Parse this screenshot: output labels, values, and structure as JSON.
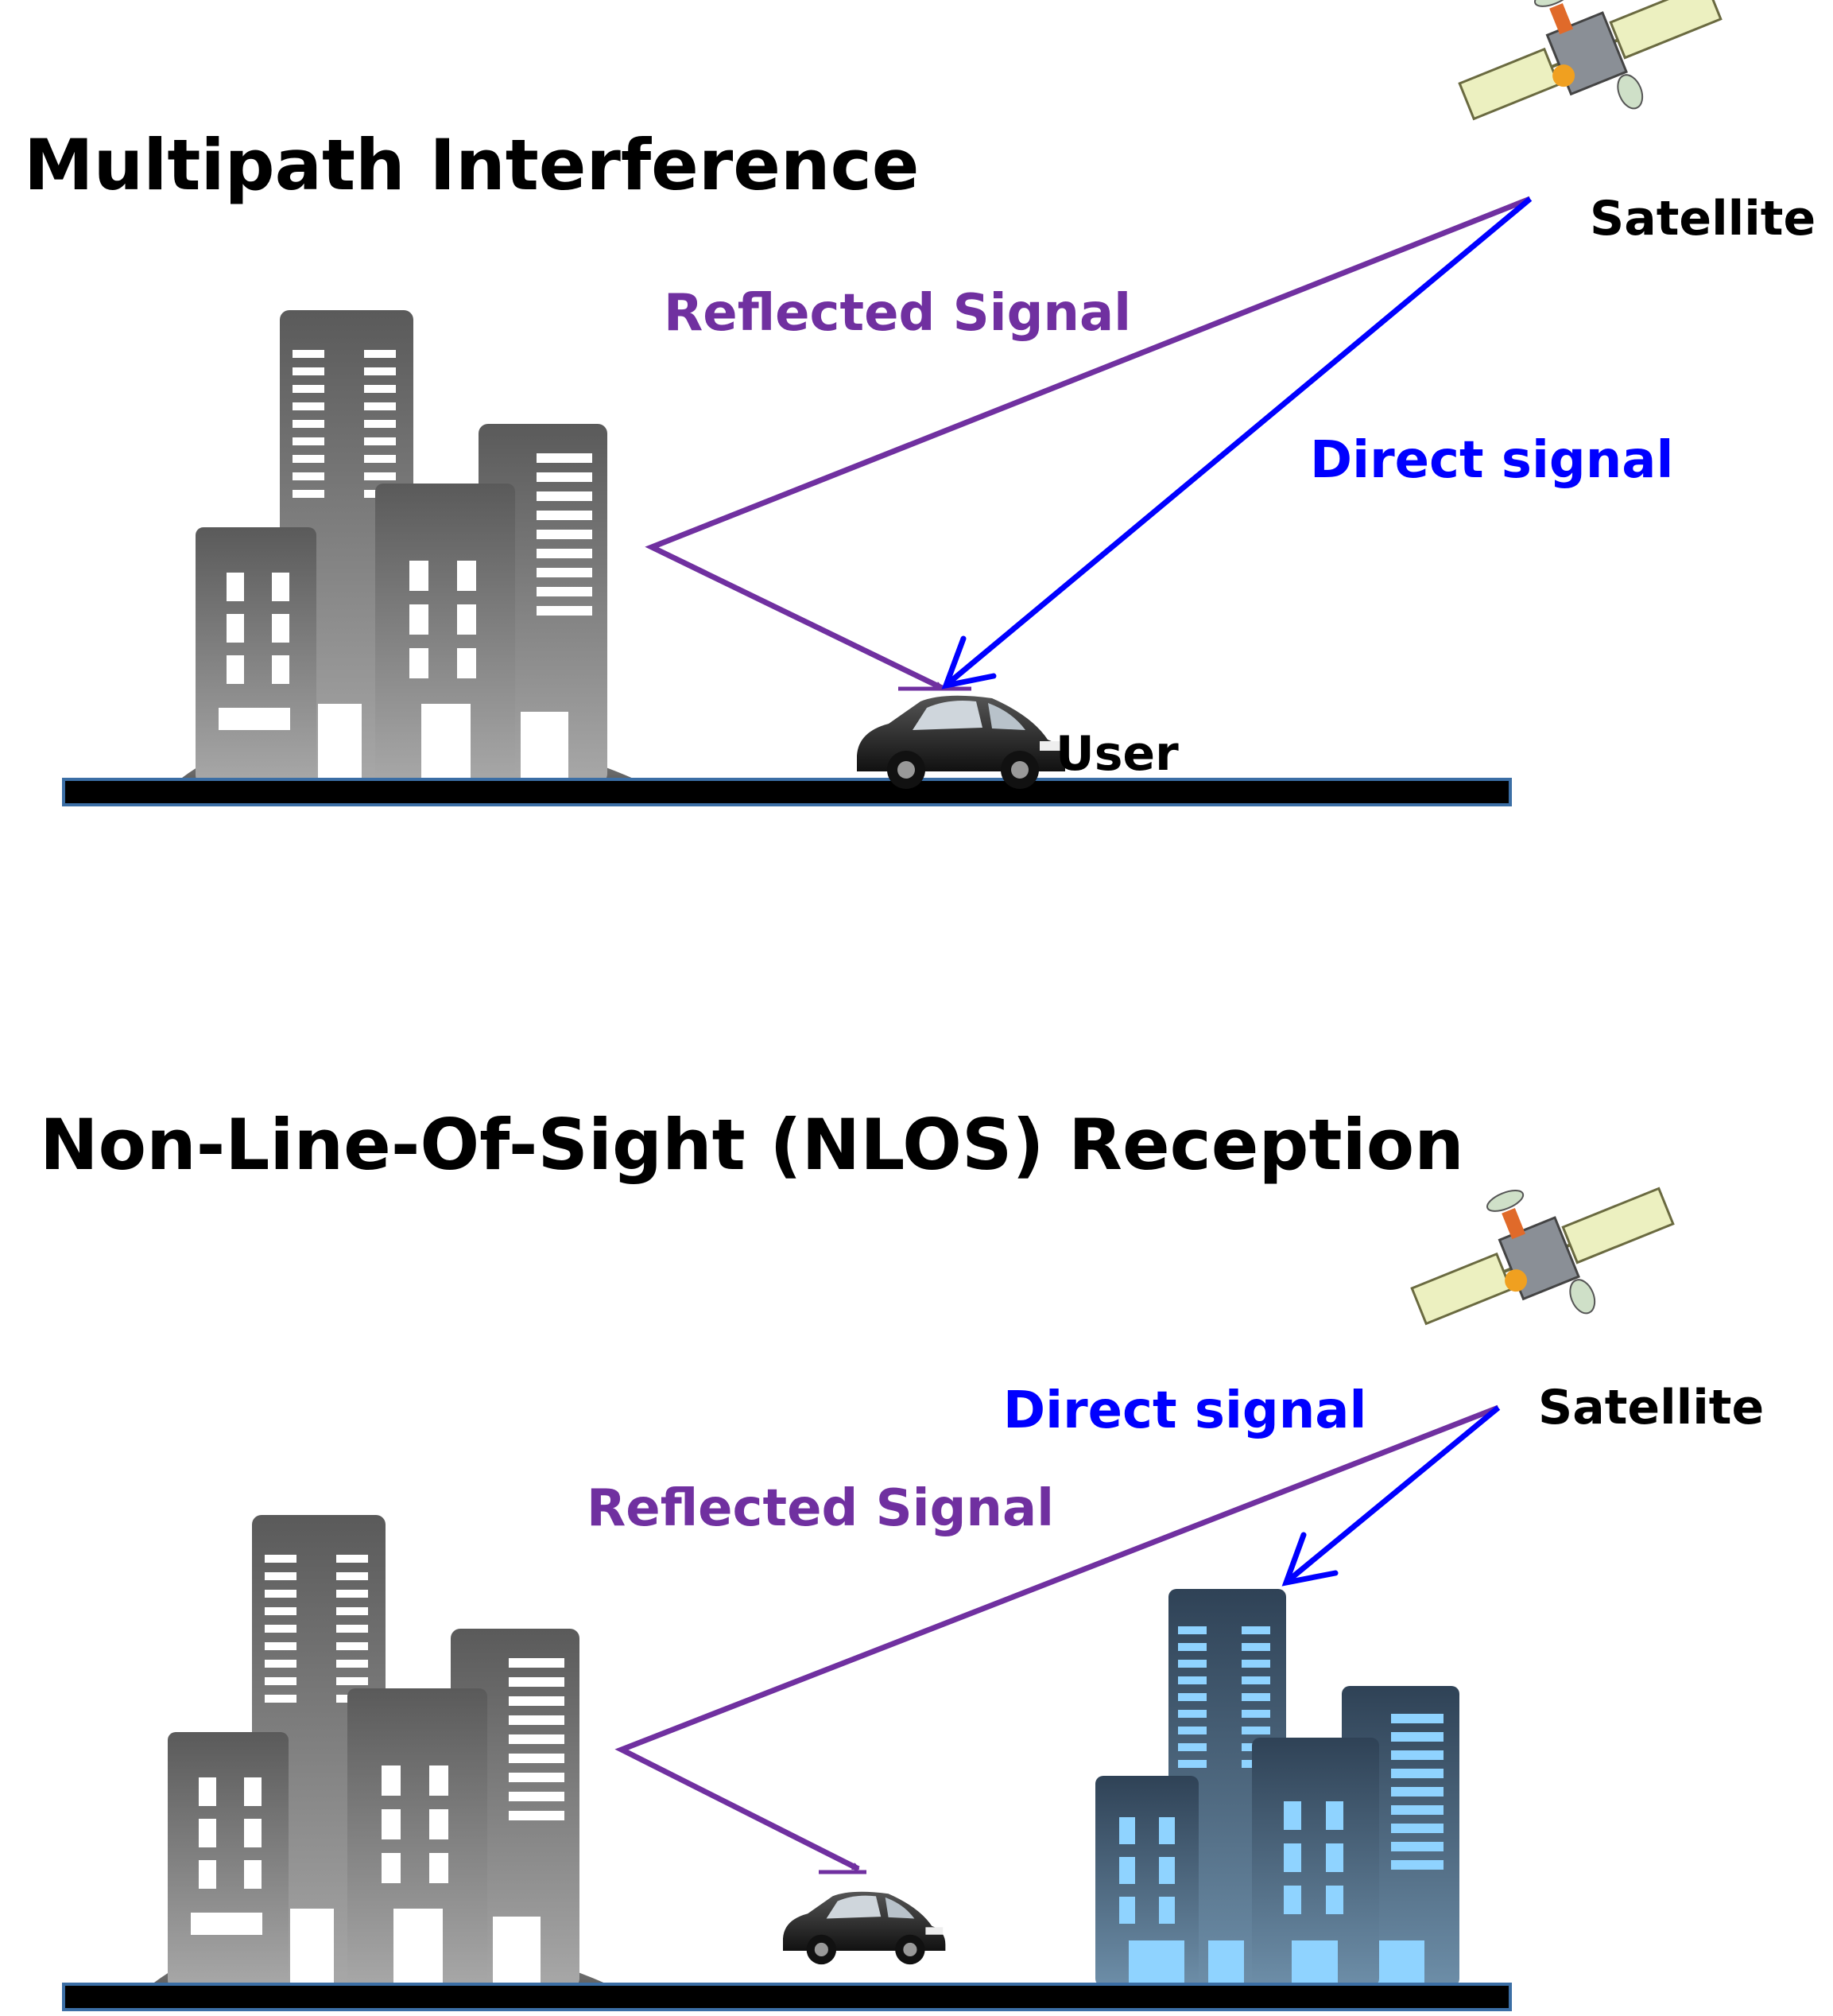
{
  "colors": {
    "reflected": "#7030a0",
    "direct": "#0000ff",
    "ground": "#000000",
    "building_gray": "#6f6f6f",
    "building_blue": "#3f5a72",
    "window_blue": "#8fd3ff"
  },
  "panel_top": {
    "title": "Multipath Interference",
    "satellite_label": "Satellite",
    "reflected_label": "Reflected Signal",
    "direct_label": "Direct signal",
    "user_label": "User"
  },
  "panel_bottom": {
    "title": "Non-Line-Of-Sight (NLOS) Reception",
    "satellite_label": "Satellite",
    "reflected_label": "Reflected Signal",
    "direct_label": "Direct signal"
  },
  "icons": {
    "satellite": "satellite-icon",
    "car": "car-icon",
    "city": "city-buildings-icon"
  }
}
